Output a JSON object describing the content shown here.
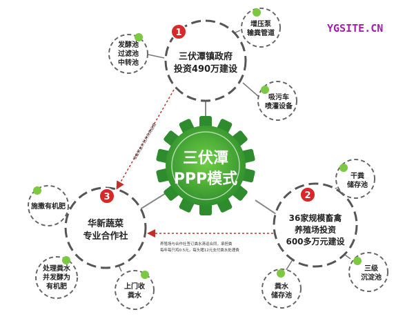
{
  "watermark": "YGSITE.CN",
  "center": {
    "line1": "三伏潭",
    "line2": "PPP模式"
  },
  "hubs": [
    {
      "number": "1",
      "line1": "三伏潭镇政府",
      "line2": "投资490万建设"
    },
    {
      "number": "2",
      "line1": "36家规模畜禽",
      "line2": "养殖场投资",
      "line3": "600多万元建设"
    },
    {
      "number": "3",
      "line1": "华新蔬菜",
      "line2": "专业合作社"
    }
  ],
  "satellites": {
    "fermentation_pool": [
      "发酵池",
      "过滤池",
      "中转池"
    ],
    "pressure_pipe": [
      "增压泵",
      "输粪管道"
    ],
    "suction_truck": [
      "吸污车",
      "喷灌设备"
    ],
    "dry_manure_pool": [
      "干粪",
      "储存池"
    ],
    "sedimentation_tank": [
      "三级",
      "沉淀池"
    ],
    "manure_water_pool": [
      "粪水",
      "储存池"
    ],
    "organic_fertilizer": [
      "施撒有机肥"
    ],
    "manure_processing": [
      "处理粪水",
      "并发酵为",
      "有机肥"
    ],
    "door_collection": [
      "上门收",
      "粪水"
    ]
  },
  "notes": {
    "diagonal": "准备资金补贴并负责运营",
    "horizontal_line1": "养殖场与合作社签订粪水清运合同，承担粪",
    "horizontal_line2": "每年每只鸡0.5元，每头猪12元支付粪水处理费"
  },
  "colors": {
    "gear_dark": "#2e8b2e",
    "gear_light": "#5cc23a",
    "hub_red": "#d9282a",
    "dot_green": "#7cc842",
    "ring_gray": "#555555",
    "arrow_red": "#c0302a",
    "watermark": "#a01fa8"
  }
}
